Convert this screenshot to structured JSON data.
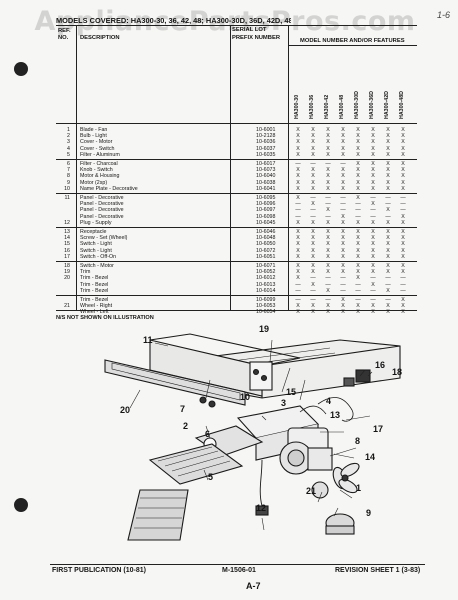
{
  "watermark": "AppliancePartsPros.com",
  "corner_note": "1-6",
  "header": {
    "title": "MODELS COVERED: HA300-30, 36, 42, 48; HA300-30D, 36D, 42D, 48D",
    "ref": "REF.",
    "no": "NO.",
    "description": "DESCRIPTION",
    "serial_label": "SERIAL",
    "lot_label": "LOT",
    "prefix": "PREFIX",
    "number": "NUMBER",
    "model_features": "MODEL NUMBER AND/OR FEATURES"
  },
  "models": [
    "HA300-30",
    "HA300-36",
    "HA300-42",
    "HA300-48",
    "HA300-30D",
    "HA300-36D",
    "HA300-42D",
    "HA300-48D"
  ],
  "parts": [
    {
      "ref": "1",
      "desc": "Blade - Fan",
      "pn": "10-6001",
      "m": [
        "X",
        "X",
        "X",
        "X",
        "X",
        "X",
        "X",
        "X"
      ]
    },
    {
      "ref": "2",
      "desc": "Bulb - Light",
      "pn": "10-2128",
      "m": [
        "X",
        "X",
        "X",
        "X",
        "X",
        "X",
        "X",
        "X"
      ]
    },
    {
      "ref": "3",
      "desc": "Cover - Motor",
      "pn": "10-6036",
      "m": [
        "X",
        "X",
        "X",
        "X",
        "X",
        "X",
        "X",
        "X"
      ]
    },
    {
      "ref": "4",
      "desc": "Cover - Switch",
      "pn": "10-6037",
      "m": [
        "X",
        "X",
        "X",
        "X",
        "X",
        "X",
        "X",
        "X"
      ]
    },
    {
      "ref": "5",
      "desc": "Filter - Aluminum",
      "pn": "10-6035",
      "m": [
        "X",
        "X",
        "X",
        "X",
        "X",
        "X",
        "X",
        "X"
      ]
    },
    {
      "ref": "6",
      "desc": "Filter - Charcoal",
      "pn": "10-6017",
      "m": [
        "—",
        "—",
        "—",
        "—",
        "X",
        "X",
        "X",
        "X"
      ]
    },
    {
      "ref": "7",
      "desc": "Knob - Switch",
      "pn": "10-6073",
      "m": [
        "X",
        "X",
        "X",
        "X",
        "X",
        "X",
        "X",
        "X"
      ]
    },
    {
      "ref": "8",
      "desc": "Motor & Housing",
      "pn": "10-6040",
      "m": [
        "X",
        "X",
        "X",
        "X",
        "X",
        "X",
        "X",
        "X"
      ]
    },
    {
      "ref": "9",
      "desc": "Motor (2sp)",
      "pn": "10-6038",
      "m": [
        "X",
        "X",
        "X",
        "X",
        "X",
        "X",
        "X",
        "X"
      ]
    },
    {
      "ref": "10",
      "desc": "Name Plate - Decorative",
      "pn": "10-6041",
      "m": [
        "X",
        "X",
        "X",
        "X",
        "X",
        "X",
        "X",
        "X"
      ]
    },
    {
      "ref": "11",
      "desc": "Panel - Decorative",
      "pn": "10-6095",
      "m": [
        "X",
        "—",
        "—",
        "—",
        "X",
        "—",
        "—",
        "—"
      ]
    },
    {
      "ref": "",
      "desc": "Panel - Decorative",
      "pn": "10-6096",
      "m": [
        "—",
        "X",
        "—",
        "—",
        "—",
        "X",
        "—",
        "—"
      ]
    },
    {
      "ref": "",
      "desc": "Panel - Decorative",
      "pn": "10-6097",
      "m": [
        "—",
        "—",
        "X",
        "—",
        "—",
        "—",
        "X",
        "—"
      ]
    },
    {
      "ref": "",
      "desc": "Panel - Decorative",
      "pn": "10-6098",
      "m": [
        "—",
        "—",
        "—",
        "X",
        "—",
        "—",
        "—",
        "X"
      ]
    },
    {
      "ref": "12",
      "desc": "Plug - Supply",
      "pn": "10-6045",
      "m": [
        "X",
        "X",
        "X",
        "X",
        "X",
        "X",
        "X",
        "X"
      ]
    },
    {
      "ref": "13",
      "desc": "Receptacle",
      "pn": "10-6046",
      "m": [
        "X",
        "X",
        "X",
        "X",
        "X",
        "X",
        "X",
        "X"
      ]
    },
    {
      "ref": "14",
      "desc": "Screw - Set (Wheel)",
      "pn": "10-6048",
      "m": [
        "X",
        "X",
        "X",
        "X",
        "X",
        "X",
        "X",
        "X"
      ]
    },
    {
      "ref": "15",
      "desc": "Switch - Light",
      "pn": "10-6050",
      "m": [
        "X",
        "X",
        "X",
        "X",
        "X",
        "X",
        "X",
        "X"
      ]
    },
    {
      "ref": "16",
      "desc": "Switch - Light",
      "pn": "10-6072",
      "m": [
        "X",
        "X",
        "X",
        "X",
        "X",
        "X",
        "X",
        "X"
      ]
    },
    {
      "ref": "17",
      "desc": "Switch - Off-On",
      "pn": "10-6051",
      "m": [
        "X",
        "X",
        "X",
        "X",
        "X",
        "X",
        "X",
        "X"
      ]
    },
    {
      "ref": "18",
      "desc": "Switch - Motor",
      "pn": "10-6071",
      "m": [
        "X",
        "X",
        "X",
        "X",
        "X",
        "X",
        "X",
        "X"
      ]
    },
    {
      "ref": "19",
      "desc": "Trim",
      "pn": "10-6052",
      "m": [
        "X",
        "X",
        "X",
        "X",
        "X",
        "X",
        "X",
        "X"
      ]
    },
    {
      "ref": "20",
      "desc": "Trim - Bezel",
      "pn": "10-6012",
      "m": [
        "X",
        "—",
        "—",
        "—",
        "X",
        "—",
        "—",
        "—"
      ]
    },
    {
      "ref": "",
      "desc": "Trim - Bezel",
      "pn": "10-6013",
      "m": [
        "—",
        "X",
        "—",
        "—",
        "—",
        "X",
        "—",
        "—"
      ]
    },
    {
      "ref": "",
      "desc": "Trim - Bezel",
      "pn": "10-6014",
      "m": [
        "—",
        "—",
        "X",
        "—",
        "—",
        "—",
        "X",
        "—"
      ]
    },
    {
      "ref": "",
      "desc": "Trim - Bezel",
      "pn": "10-6099",
      "m": [
        "—",
        "—",
        "—",
        "X",
        "—",
        "—",
        "—",
        "X"
      ]
    },
    {
      "ref": "21",
      "desc": "Wheel - Right",
      "pn": "10-6053",
      "m": [
        "X",
        "X",
        "X",
        "X",
        "X",
        "X",
        "X",
        "X"
      ]
    },
    {
      "ref": "",
      "desc": "Wheel - Left",
      "pn": "10-6054",
      "m": [
        "X",
        "X",
        "X",
        "X",
        "X",
        "X",
        "X",
        "X"
      ]
    }
  ],
  "not_shown": "N/S   NOT SHOWN ON ILLUSTRATION",
  "callouts": [
    "1",
    "2",
    "3",
    "4",
    "5",
    "6",
    "7",
    "8",
    "9",
    "10",
    "11",
    "12",
    "13",
    "14",
    "15",
    "16",
    "17",
    "18",
    "19",
    "20",
    "21"
  ],
  "footer": {
    "left": "FIRST PUBLICATION (10-81)",
    "center": "M-1506-01",
    "right": "REVISION SHEET 1 (3-83)",
    "page": "A-7"
  }
}
